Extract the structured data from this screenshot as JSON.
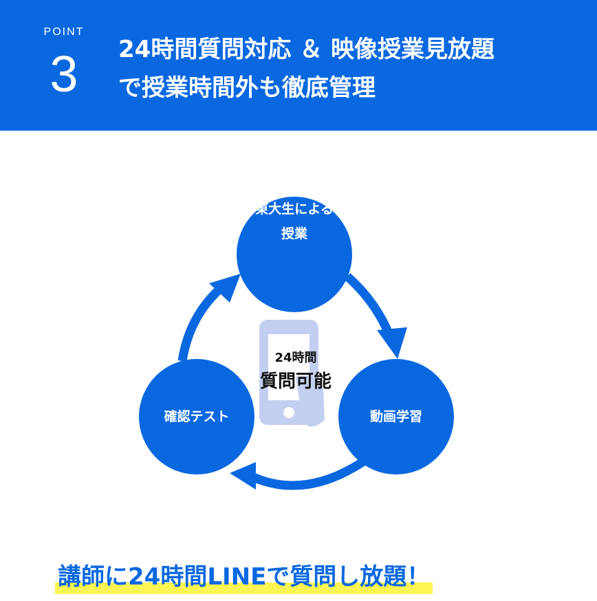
{
  "header": {
    "point_label": "POINT",
    "point_number": "3",
    "title_line1": "24時間質問対応 ＆ 映像授業見放題",
    "title_line2": "で授業時間外も徹底管理"
  },
  "cycle": {
    "node_top_line1": "東大生による",
    "node_top_line2": "授業",
    "node_right": "動画学習",
    "node_left": "確認テスト",
    "center_small": "24時間",
    "center_big": "質問可能"
  },
  "colors": {
    "brand_blue": "#0968e0",
    "phone_icon": "#c3cff0",
    "highlight": "#fdf554"
  },
  "icons": {
    "center": "smartphone-icon"
  },
  "bottom": {
    "text": "講師に24時間LINEで質問し放題！"
  }
}
